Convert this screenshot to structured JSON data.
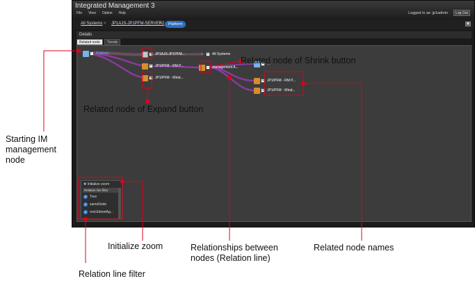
{
  "app": {
    "title": "Integrated Management 3",
    "menu": [
      "File",
      "View",
      "Option",
      "Help"
    ],
    "login_text": "Logged in as: jp1admin",
    "logout_label": "Log Out",
    "window_button": "▣"
  },
  "breadcrumb": {
    "items": [
      "All Systems",
      "JP1AJS-JP1PFM-SERVER2"
    ],
    "separator": ">",
    "current": "Platform"
  },
  "details": {
    "header": "Details",
    "tabs": [
      "Related node",
      "Trends"
    ]
  },
  "graph": {
    "nodes": {
      "start": "Platform",
      "ajs": "JP1AJS-JP1PFM...",
      "rm1": "JP1/PFM - RM P...",
      "wind1": "JP1/PFM - Wind...",
      "all_systems": "All Systems",
      "management": "Management A...",
      "cluster_top": "...",
      "rm2": "JP1/PFM - RM P...",
      "wind2": "JP1/PFM - Wind..."
    },
    "toggle_minus": "−",
    "toggle_plus": "+"
  },
  "panel": {
    "init_zoom": "Initialize zoom",
    "init_zoom_glyph": "✚",
    "filter_title": "Relation line filter",
    "filters": [
      "Tree",
      "sameNode",
      "rootJobnetAg..."
    ],
    "check_glyph": "✔"
  },
  "annotations": {
    "shrink": "Related node of Shrink button",
    "expand": "Related node of Expand button",
    "starting": [
      "Starting IM",
      "management",
      "node"
    ],
    "init_zoom": "Initialize zoom",
    "relationships": [
      "Relationships between",
      "nodes (Relation line)"
    ],
    "node_names": "Related node names",
    "filter": "Relation line filter"
  },
  "colors": {
    "annotation_red": "#e0001b",
    "relation_line": "#8a3a9c",
    "relation_line_dim": "#6b4e5e",
    "link_blue": "#6fb2ff"
  }
}
